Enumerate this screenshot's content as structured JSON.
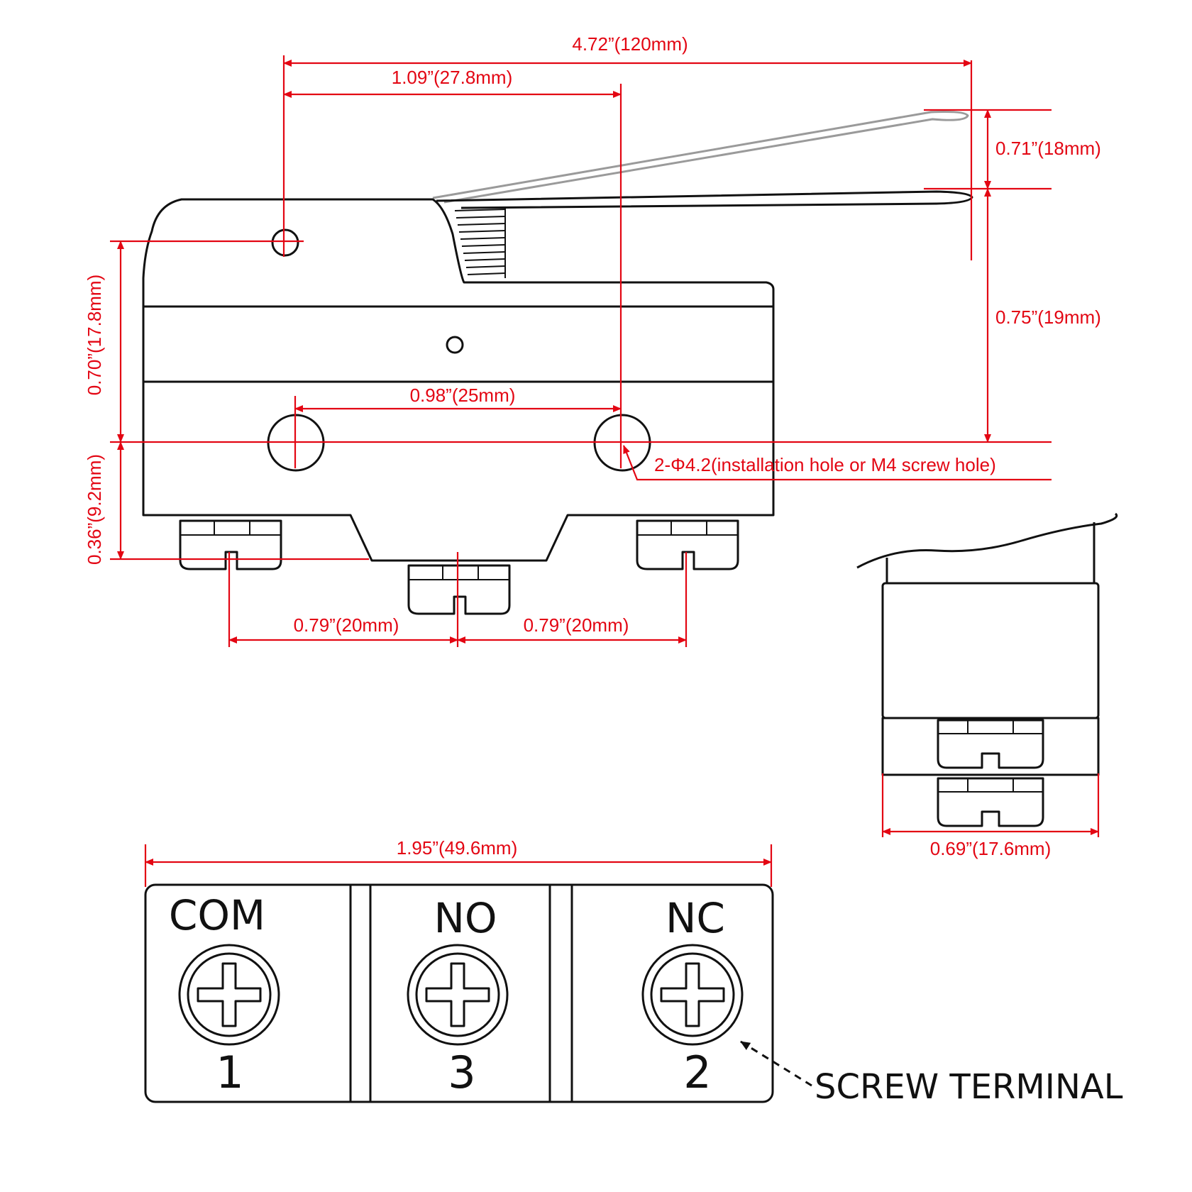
{
  "colors": {
    "dimension": "#e30613",
    "outline": "#111111",
    "lever_ghost": "#9a9a9a"
  },
  "dimensions": {
    "overall_length": "4.72”(120mm)",
    "pivot_to_center": "1.09”(27.8mm)",
    "lever_travel": "0.71”(18mm)",
    "lever_height": "0.75”(19mm)",
    "pivot_height": "0.70”(17.8mm)",
    "hole_spacing": "0.98”(25mm)",
    "mounting_hole": "2-Φ4.2(installation hole or M4 screw hole)",
    "terminal_depth": "0.36”(9.2mm)",
    "terminal_pitch_left": "0.79”(20mm)",
    "terminal_pitch_right": "0.79”(20mm)",
    "side_width": "0.69”(17.6mm)",
    "body_width": "1.95”(49.6mm)"
  },
  "terminals": [
    {
      "label": "COM",
      "number": "1",
      "icon": "screw-icon"
    },
    {
      "label": "NO",
      "number": "3",
      "icon": "screw-icon"
    },
    {
      "label": "NC",
      "number": "2",
      "icon": "screw-icon"
    }
  ],
  "callout": {
    "text": "SCREW TERMINAL"
  }
}
